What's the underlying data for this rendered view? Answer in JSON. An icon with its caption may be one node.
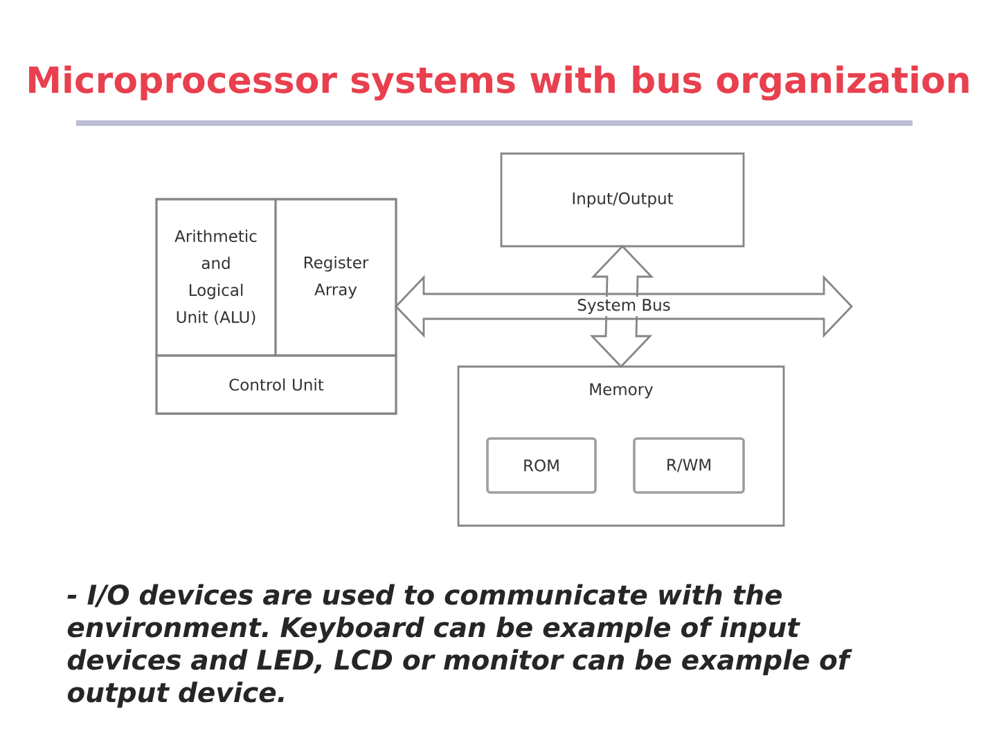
{
  "diagram": {
    "title": "Microprocessor systems with bus organization",
    "nodes": [
      {
        "text": [],
        "shape": "box"
      },
      {
        "text": [
          "Arithmetic and Logical Unit (ALU)"
        ],
        "in": 0
      },
      {
        "text": [
          "Register Array"
        ],
        "in": 0
      },
      {
        "text": [
          "Control Unit"
        ],
        "in": 0
      },
      {
        "text": [
          "Input/Output"
        ]
      },
      {
        "text": [
          "Memory"
        ]
      },
      {
        "text": [
          "ROM"
        ],
        "in": 5
      },
      {
        "text": [
          "R/WM"
        ],
        "in": 5
      }
    ],
    "edges": [
      {
        "from": 0,
        "to": null,
        "arrow": "both",
        "label": "System Bus"
      },
      {
        "from": 4,
        "to": 5,
        "arrow": "both"
      }
    ],
    "labels": [
      "- I/O devices are used to communicate with the environment. Keyboard can be example of input devices and LED, LCD or monitor can be example of output device."
    ]
  }
}
